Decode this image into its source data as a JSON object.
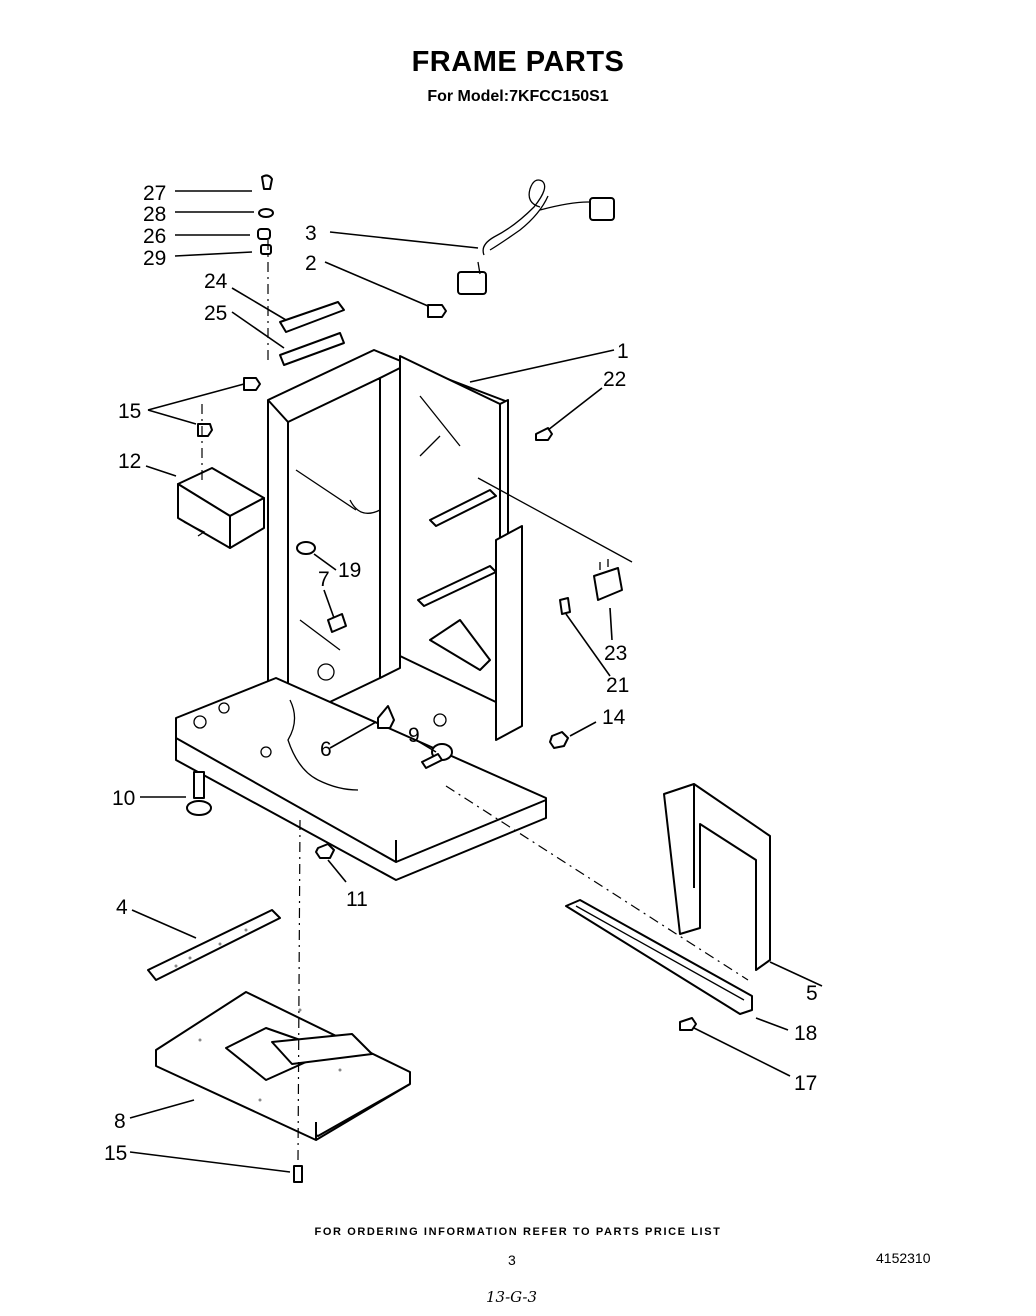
{
  "title": "FRAME PARTS",
  "subtitle": "For Model:7KFCC150S1",
  "footer": "FOR ORDERING INFORMATION REFER TO PARTS PRICE LIST",
  "page_number": "3",
  "document_number": "4152310",
  "handwritten_note": "13-G-3",
  "callouts": {
    "c27": "27",
    "c28": "28",
    "c26": "26",
    "c29": "29",
    "c24": "24",
    "c25": "25",
    "c3": "3",
    "c2": "2",
    "c1": "1",
    "c22": "22",
    "c15a": "15",
    "c12": "12",
    "c19": "19",
    "c7": "7",
    "c23": "23",
    "c21": "21",
    "c14": "14",
    "c6": "6",
    "c9": "9",
    "c10": "10",
    "c11": "11",
    "c4": "4",
    "c5": "5",
    "c18": "18",
    "c17": "17",
    "c8": "8",
    "c15b": "15"
  }
}
